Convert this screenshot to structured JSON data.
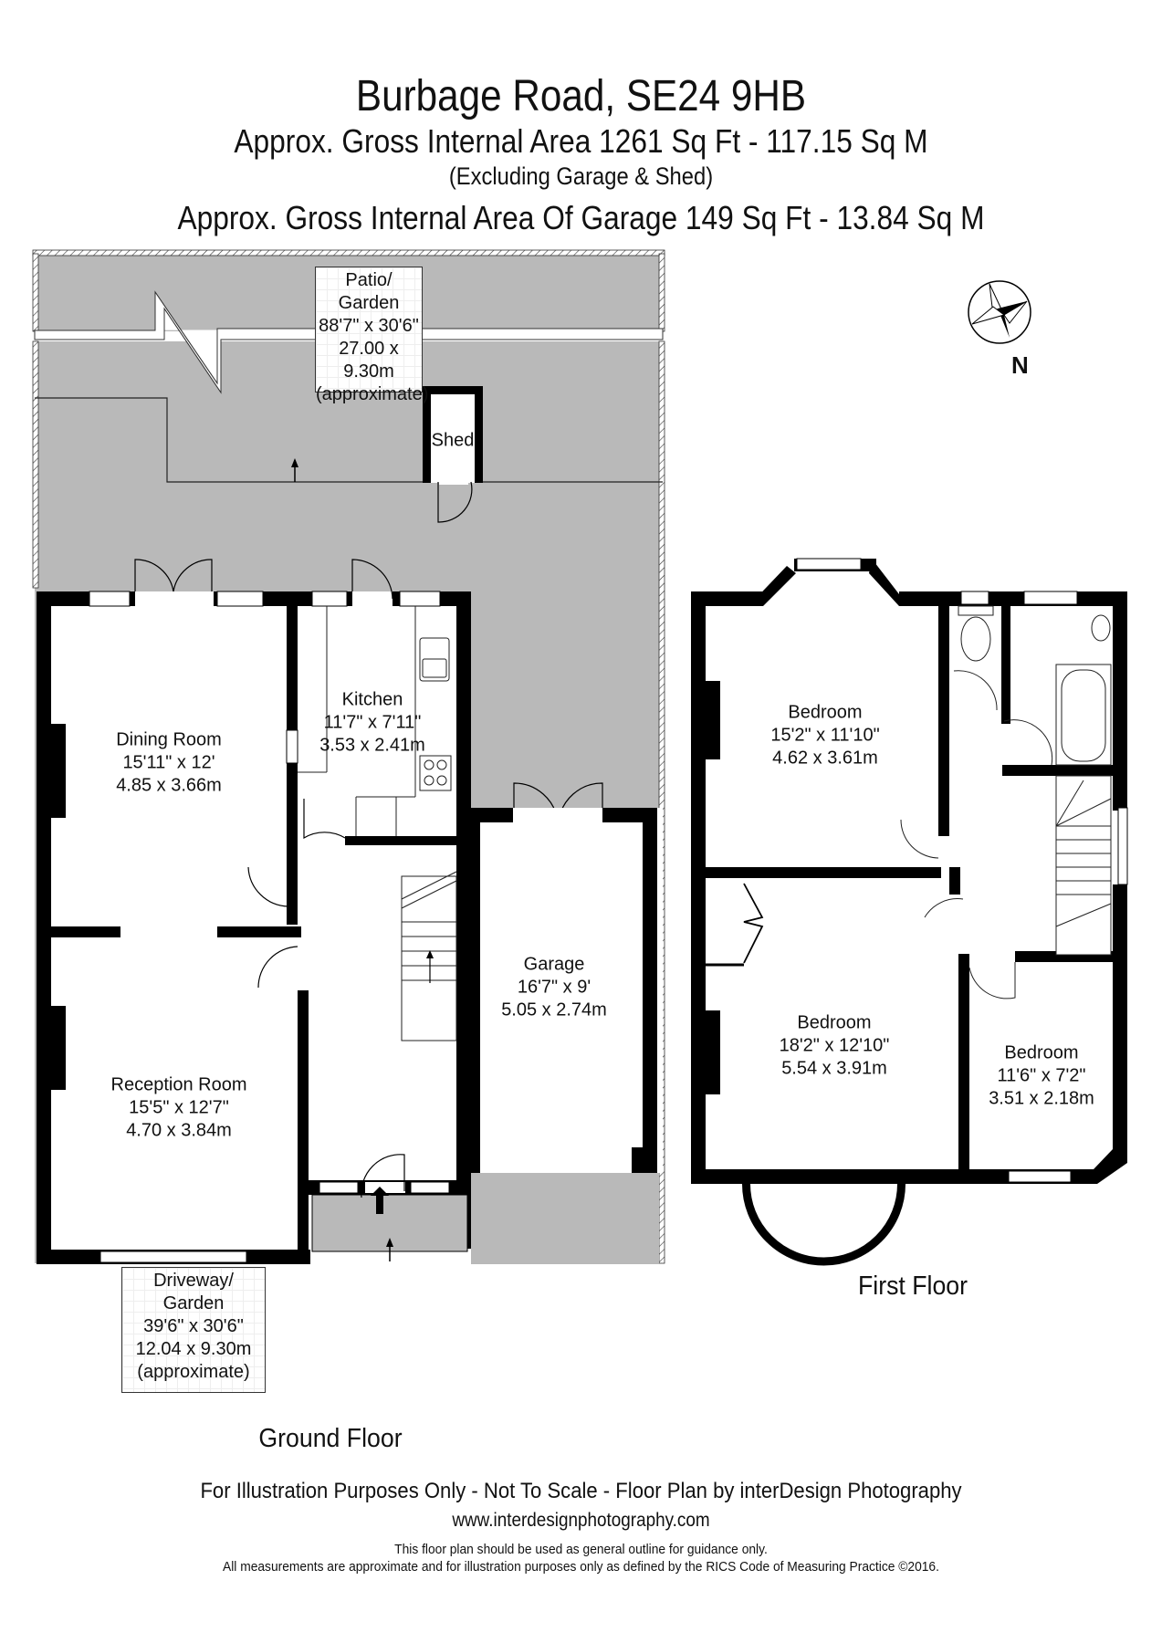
{
  "header": {
    "title": "Burbage Road, SE24 9HB",
    "gross_area": "Approx. Gross Internal Area   1261 Sq Ft  -  117.15 Sq M",
    "gross_area_note": "(Excluding Garage & Shed)",
    "garage_area": "Approx. Gross Internal Area Of Garage   149 Sq Ft  -  13.84 Sq M"
  },
  "compass": {
    "icon": "compass-rose-icon",
    "label": "N"
  },
  "ground_floor": {
    "label": "Ground Floor",
    "patio": {
      "name": "Patio/",
      "name2": "Garden",
      "imperial": "88'7\" x 30'6\"",
      "metric": "27.00 x 9.30m",
      "note": "(approximate)"
    },
    "shed": {
      "name": "Shed"
    },
    "dining_room": {
      "name": "Dining Room",
      "imperial": "15'11\" x 12'",
      "metric": "4.85 x 3.66m"
    },
    "kitchen": {
      "name": "Kitchen",
      "imperial": "11'7\" x 7'11\"",
      "metric": "3.53 x 2.41m"
    },
    "garage": {
      "name": "Garage",
      "imperial": "16'7\" x 9'",
      "metric": "5.05 x 2.74m"
    },
    "reception_room": {
      "name": "Reception Room",
      "imperial": "15'5\" x 12'7\"",
      "metric": "4.70 x 3.84m"
    },
    "driveway": {
      "name": "Driveway/",
      "name2": "Garden",
      "imperial": "39'6\" x 30'6\"",
      "metric": "12.04 x 9.30m",
      "note": "(approximate)"
    }
  },
  "first_floor": {
    "label": "First Floor",
    "bedroom_1": {
      "name": "Bedroom",
      "imperial": "15'2\" x 11'10\"",
      "metric": "4.62 x 3.61m"
    },
    "bedroom_2": {
      "name": "Bedroom",
      "imperial": "18'2\" x 12'10\"",
      "metric": "5.54 x 3.91m"
    },
    "bedroom_3": {
      "name": "Bedroom",
      "imperial": "11'6\" x 7'2\"",
      "metric": "3.51 x 2.18m"
    }
  },
  "footer": {
    "disclaimer": "For Illustration Purposes Only - Not To Scale - Floor Plan by interDesign Photography",
    "website": "www.interdesignphotography.com",
    "note1": "This floor plan should be used as general outline for guidance only.",
    "note2": "All measurements are approximate and for illustration purposes only as defined by the RICS Code of Measuring Practice ©2016."
  },
  "colors": {
    "wall": "#000000",
    "exterior": "#b9b9b9",
    "interior": "#ffffff"
  }
}
